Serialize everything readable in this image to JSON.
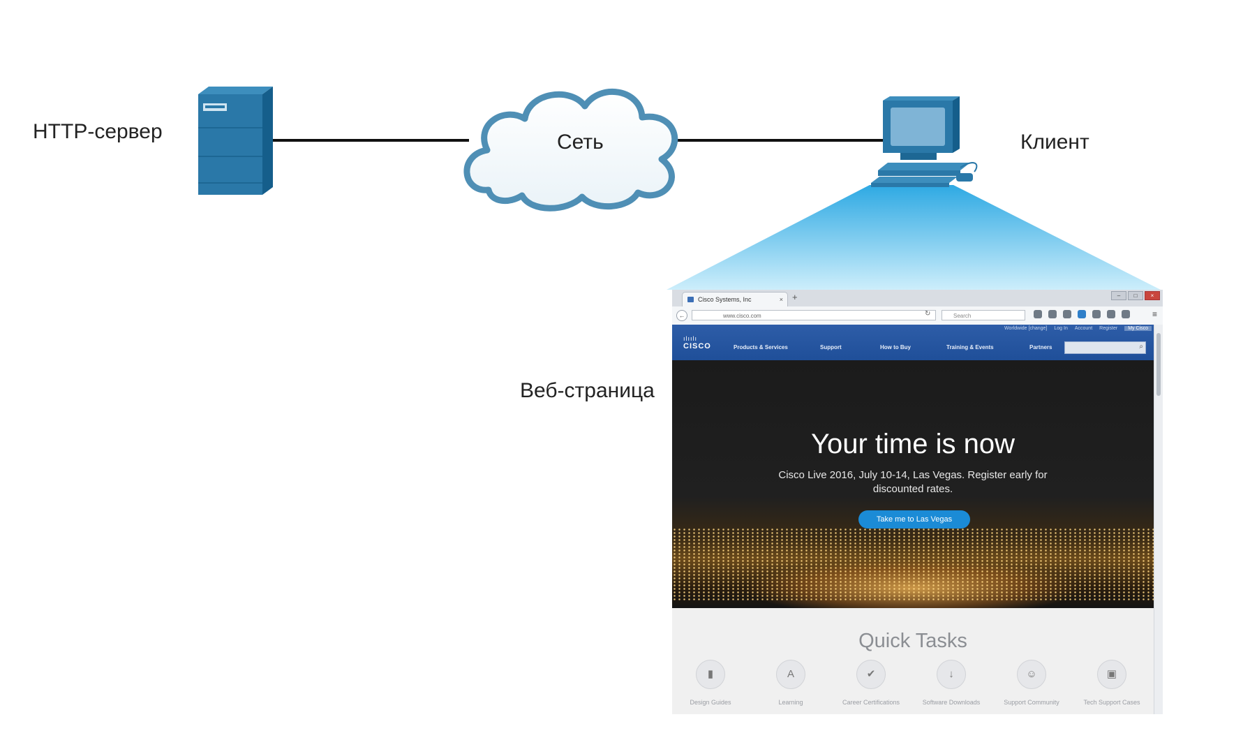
{
  "labels": {
    "server": "HTTP-сервер",
    "network": "Сеть",
    "client": "Клиент",
    "webpage": "Веб-страница"
  },
  "colors": {
    "device_blue": "#2a78a8",
    "cloud_outline": "#4f8fb5",
    "beam": "#47b6e6",
    "link": "#111111"
  },
  "browser": {
    "tab_title": "Cisco Systems, Inc",
    "tab_close": "×",
    "new_tab": "+",
    "url": "www.cisco.com",
    "search_placeholder": "Search",
    "menu_glyph": "≡",
    "window_buttons": [
      "–",
      "□",
      "×"
    ]
  },
  "site": {
    "logo_text": "CISCO",
    "utility_links": [
      "Worldwide [change]",
      "Log In",
      "Account",
      "Register"
    ],
    "my_cisco": "My Cisco",
    "nav": [
      "Products & Services",
      "Support",
      "How to Buy",
      "Training & Events",
      "Partners"
    ],
    "hero_title": "Your time is now",
    "hero_subtitle": "Cisco Live 2016, July 10-14, Las Vegas. Register early for discounted rates.",
    "hero_button": "Take me to Las Vegas",
    "quick_tasks_title": "Quick Tasks",
    "quick_tasks": [
      {
        "label": "Design Guides",
        "icon": "document-icon",
        "glyph": "▮"
      },
      {
        "label": "Learning",
        "icon": "learning-icon",
        "glyph": "A"
      },
      {
        "label": "Career Certifications",
        "icon": "certification-icon",
        "glyph": "✔"
      },
      {
        "label": "Software Downloads",
        "icon": "download-icon",
        "glyph": "↓"
      },
      {
        "label": "Support Community",
        "icon": "community-icon",
        "glyph": "☺"
      },
      {
        "label": "Tech Support Cases",
        "icon": "briefcase-icon",
        "glyph": "▣"
      }
    ]
  }
}
